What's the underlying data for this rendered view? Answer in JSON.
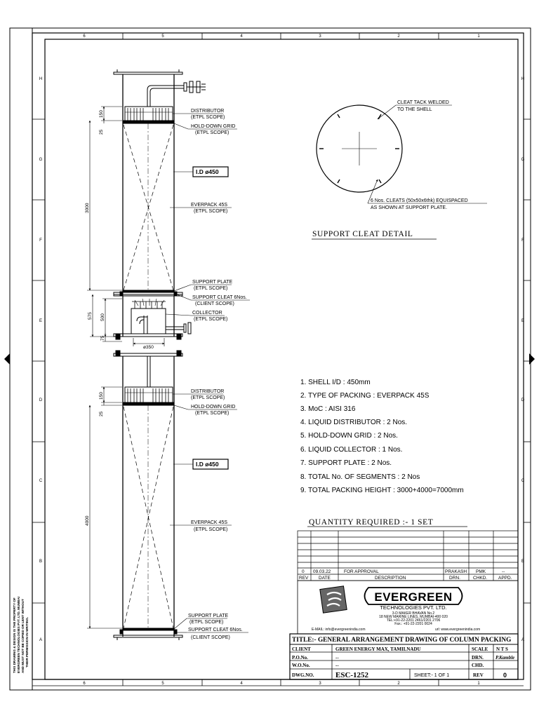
{
  "border": {
    "cols_top": [
      "6",
      "5",
      "4",
      "3",
      "2",
      "1"
    ],
    "cols_bottom": [
      "6",
      "5",
      "4",
      "3",
      "2",
      "1"
    ],
    "rows_left": [
      "H",
      "G",
      "F",
      "E",
      "D",
      "C",
      "B",
      "A"
    ],
    "rows_right": [
      "H",
      "G",
      "F",
      "E",
      "D",
      "C",
      "B",
      "A"
    ]
  },
  "side_note": [
    "THIS DRAWING & DESIGN IS THE PROPERTY OF",
    "EVERGREEN TECHNOLOGIES PVT. LTD. MUMBAI",
    "AND MUST NOT BE COPIED OR LENT WITHOUT",
    "THEIR PERMISSION IN WRITING."
  ],
  "column_top": {
    "labels": {
      "distributor": "DISTRIBUTOR",
      "distributor_scope": "(ETPL SCOPE)",
      "hold_down": "HOLD-DOWN GRID",
      "hold_down_scope": "(ETPL SCOPE)",
      "id": "I.D ø450",
      "everpack": "EVERPACK 45S",
      "everpack_scope": "(ETPL SCOPE)",
      "support_plate": "SUPPORT PLATE",
      "support_plate_scope": "(ETPL SCOPE)",
      "support_cleat": "SUPPORT CLEAT 6Nos.",
      "support_cleat_scope": "(CLIENT SCOPE)",
      "collector": "COLLECTOR",
      "collector_scope": "(ETPL SCOPE)"
    },
    "dims": {
      "d150": "150",
      "d25": "25",
      "d3000": "3000",
      "d575": "575",
      "d500": "500",
      "d75": "75",
      "d350": "ø350"
    }
  },
  "column_bottom": {
    "labels": {
      "distributor": "DISTRIBUTOR",
      "distributor_scope": "(ETPL SCOPE)",
      "hold_down": "HOLD-DOWN GRID",
      "hold_down_scope": "(ETPL SCOPE)",
      "id": "I.D ø450",
      "everpack": "EVERPACK 45S",
      "everpack_scope": "(ETPL SCOPE)",
      "support_plate": "SUPPORT PLATE",
      "support_plate_scope": "(ETPL SCOPE)",
      "support_cleat": "SUPPORT CLEAT 6Nos.",
      "support_cleat_scope": "(CLIENT SCOPE)"
    },
    "dims": {
      "d150": "150",
      "d25": "25",
      "d4000": "4000"
    }
  },
  "cleat_detail": {
    "tack_1": "CLEAT TACK WELDED",
    "tack_2": "TO THE SHELL",
    "cleats_1": "6 Nos. CLEATS (50x50x6thk) EQUISPACED",
    "cleats_2": "AS SHOWN AT SUPPORT PLATE.",
    "title": "SUPPORT CLEAT DETAIL"
  },
  "notes": [
    "1. SHELL I/D : 450mm",
    "2. TYPE OF PACKING : EVERPACK 45S",
    "3. MoC : AISI 316",
    "4. LIQUID DISTRIBUTOR : 2 Nos.",
    "5. HOLD-DOWN GRID : 2 Nos.",
    "6. LIQUID COLLECTOR : 1 Nos.",
    "7. SUPPORT PLATE : 2 Nos.",
    "8. TOTAL No. OF SEGMENTS : 2 Nos",
    "9. TOTAL PACKING HEIGHT : 3000+4000=7000mm"
  ],
  "quantity": "QUANTITY REQUIRED :- 1 SET",
  "revision": {
    "row": {
      "rev": "0",
      "date": "09.03.22",
      "desc": "FOR APPROVAL",
      "drn": "PRAKASH",
      "chkd": "PMK",
      "appd": "--"
    },
    "headers": {
      "rev": "REV",
      "date": "DATE",
      "desc": "DESCRIPTION",
      "drn": "DRN.",
      "chkd": "CHKD.",
      "appd": "APPD."
    }
  },
  "company": {
    "name": "EVERGREEN",
    "sub": "TECHNOLOGIES PVT. LTD.",
    "addr1": "3-D MAKER BHAVAN No.2",
    "addr2": "18 NEW MARINE LINES, MUMBAI-400 020",
    "addr3": "TEL:+91-22-2201 2461/2201 2706",
    "addr4": "Fax.: +91-22-2201 0024",
    "email": "E-MAIL: info@evergreenindia.com",
    "url": "url: www.evergreenindia.com"
  },
  "title_block": {
    "title": "TITLE:- GENERAL ARRANGEMENT DRAWING OF COLUMN PACKING",
    "client_label": "CLIENT",
    "client": "GREEN ENERGY MAX, TAMILNADU",
    "scale_label": "SCALE",
    "scale": "N T S",
    "po_label": "P.O.No.",
    "po": "--",
    "drn_label": "DRN.",
    "drn": "P.Kamble",
    "wo_label": "W.O.No.",
    "wo": "--",
    "chd_label": "CHD.",
    "dwg_label": "DWG.NO.",
    "dwg": "ESC-1252",
    "sheet": "SHEET:- 1 OF 1",
    "rev_label": "REV",
    "rev": "0"
  }
}
